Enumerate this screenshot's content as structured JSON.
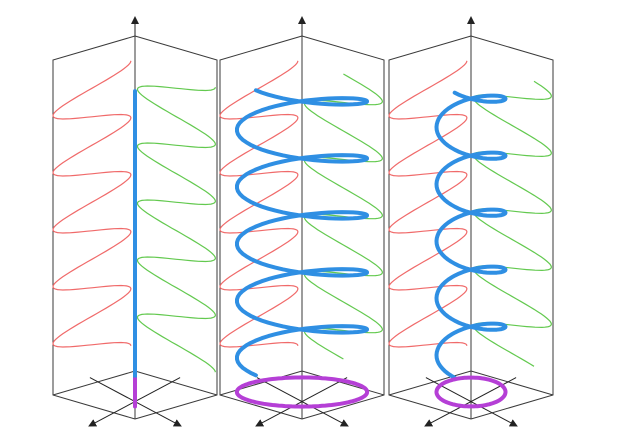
{
  "colors": {
    "background": "#ffffff",
    "frame": "#3a3a3a",
    "e_x_component": "#f06a6a",
    "e_y_component": "#63c94f",
    "total_field": "#2f8fe3",
    "polarization_trace": "#b53fd6"
  },
  "panels": [
    {
      "label": "",
      "polarization": "linear"
    },
    {
      "label": "",
      "polarization": "circular"
    },
    {
      "label": "",
      "polarization": "elliptical"
    }
  ],
  "icons": [
    "arrowhead-icon"
  ]
}
